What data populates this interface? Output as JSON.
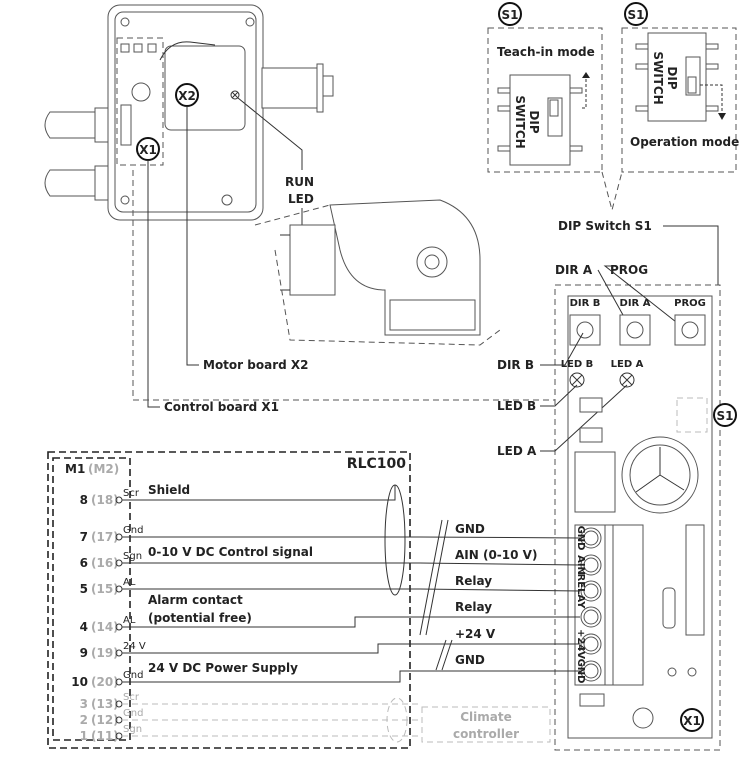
{
  "device": {
    "x1_badge": "X1",
    "x2_badge": "X2",
    "run_led_line1": "RUN",
    "run_led_line2": "LED",
    "motor_board_label": "Motor board X2",
    "control_board_label": "Control board X1"
  },
  "dip": {
    "s1": "S1",
    "teach_in_label": "Teach-in mode",
    "operation_label": "Operation mode",
    "chip_line1": "DIP",
    "chip_line2": "SWITCH",
    "dip_switch_label": "DIP Switch S1"
  },
  "board": {
    "dir_a": "DIR A",
    "prog": "PROG",
    "dir_b": "DIR B",
    "led_b": "LED B",
    "led_a": "LED A",
    "btn_labels": [
      "DIR B",
      "DIR A",
      "PROG"
    ],
    "led_labels": [
      "LED B",
      "LED A"
    ],
    "terminal_labels": [
      "GND",
      "AIN",
      "RELAY",
      "",
      "+24V",
      "GND"
    ],
    "x1_badge": "X1"
  },
  "rlc": {
    "title": "RLC100",
    "m1": "M1",
    "m2": "(M2)",
    "terminals": [
      {
        "num": "8",
        "alt": "(18)",
        "sig": "Scr",
        "active": true
      },
      {
        "num": "7",
        "alt": "(17)",
        "sig": "Gnd",
        "active": true
      },
      {
        "num": "6",
        "alt": "(16)",
        "sig": "Sgn",
        "active": true
      },
      {
        "num": "5",
        "alt": "(15)",
        "sig": "AL",
        "active": true
      },
      {
        "num": "4",
        "alt": "(14)",
        "sig": "AL",
        "active": true
      },
      {
        "num": "9",
        "alt": "(19)",
        "sig": "24 V",
        "active": true
      },
      {
        "num": "10",
        "alt": "(20)",
        "sig": "Gnd",
        "active": true
      },
      {
        "num": "3",
        "alt": "(13)",
        "sig": "Scr",
        "active": false
      },
      {
        "num": "2",
        "alt": "(12)",
        "sig": "Gnd",
        "active": false
      },
      {
        "num": "1",
        "alt": "(11)",
        "sig": "Sgn",
        "active": false
      }
    ],
    "shield": "Shield",
    "control_signal": "0-10 V DC Control signal",
    "alarm_line1": "Alarm contact",
    "alarm_line2": "(potential free)",
    "power_supply": "24 V DC Power Supply"
  },
  "wires": [
    "GND",
    "AIN (0-10 V)",
    "Relay",
    "Relay",
    "+24 V",
    "GND"
  ],
  "climate": {
    "line1": "Climate",
    "line2": "controller"
  }
}
